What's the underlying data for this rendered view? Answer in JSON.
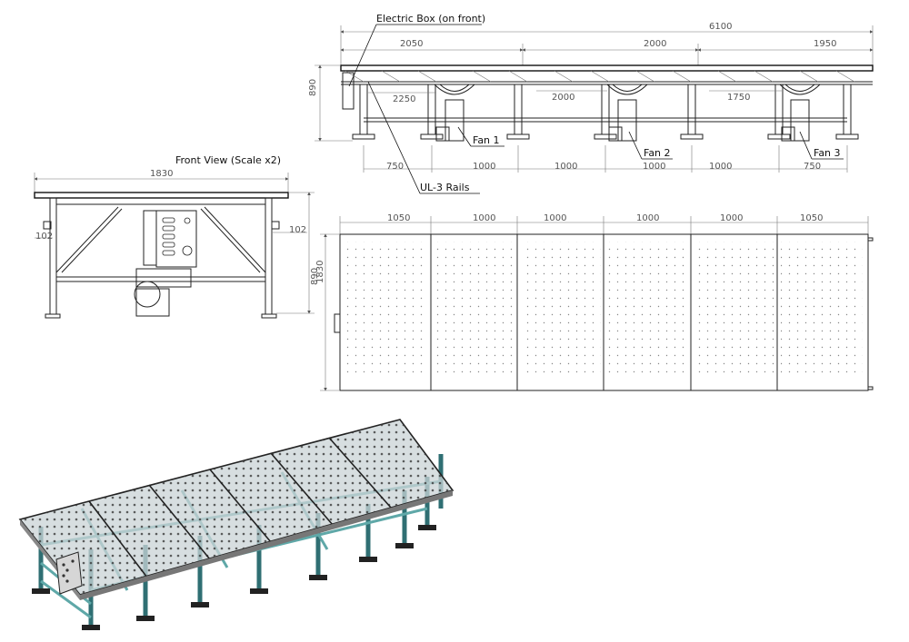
{
  "labels": {
    "electric_box": "Electric Box (on front)",
    "ul3_rails": "UL-3 Rails",
    "fan1": "Fan 1",
    "fan2": "Fan 2",
    "fan3": "Fan 3",
    "front_view_title": "Front View (Scale x2)"
  },
  "side_view": {
    "overall": "6100",
    "top_segments": [
      "2050",
      "2000",
      "1950"
    ],
    "inner_segments": [
      "2250",
      "2000",
      "1750"
    ],
    "height": "890",
    "leg_spacing": [
      "750",
      "1000",
      "1000",
      "1000",
      "1000",
      "750"
    ]
  },
  "front_view": {
    "width": "1830",
    "height": "890",
    "left_offset": "102",
    "right_offset": "102"
  },
  "top_view": {
    "panel_widths": [
      "1050",
      "1000",
      "1000",
      "1000",
      "1000",
      "1050"
    ],
    "depth": "1830"
  },
  "colors": {
    "frame_accent": "#5fa8a8",
    "frame_dark": "#2f6f73",
    "glass": "#c9d3d6",
    "line": "#222222"
  }
}
